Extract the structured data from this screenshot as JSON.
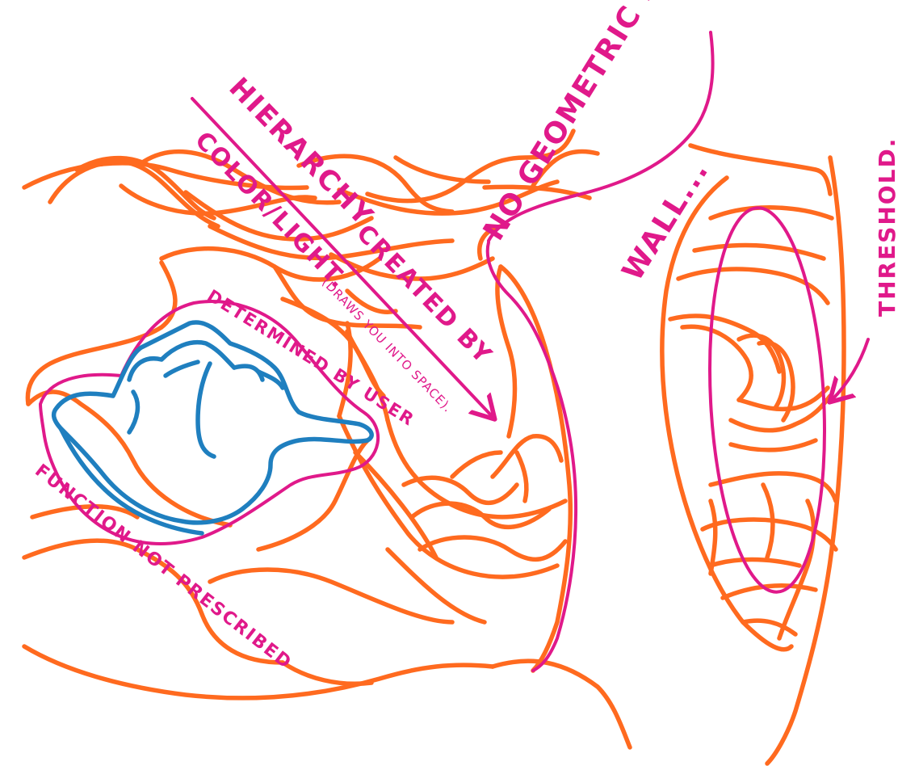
{
  "colors": {
    "orange": "#ff6a1f",
    "magenta": "#e0198a",
    "blue": "#1f7fbf",
    "background": "#ffffff"
  },
  "annotations": {
    "no_geometric_shapes": "NO GEOMETRIC SHAPES.",
    "hierarchy": "HIERARCHY",
    "created_by": "CREATED BY",
    "color_light": "COLOR/LIGHT.",
    "draws_you_into_space": "(DRAWS YOU INTO SPACE).",
    "determined_by_user": "DETERMINED BY USER",
    "function_not_prescribed": "FUNCTION NOT PRESCRIBED",
    "wall": "WALL...",
    "threshold": "THRESHOLD."
  }
}
